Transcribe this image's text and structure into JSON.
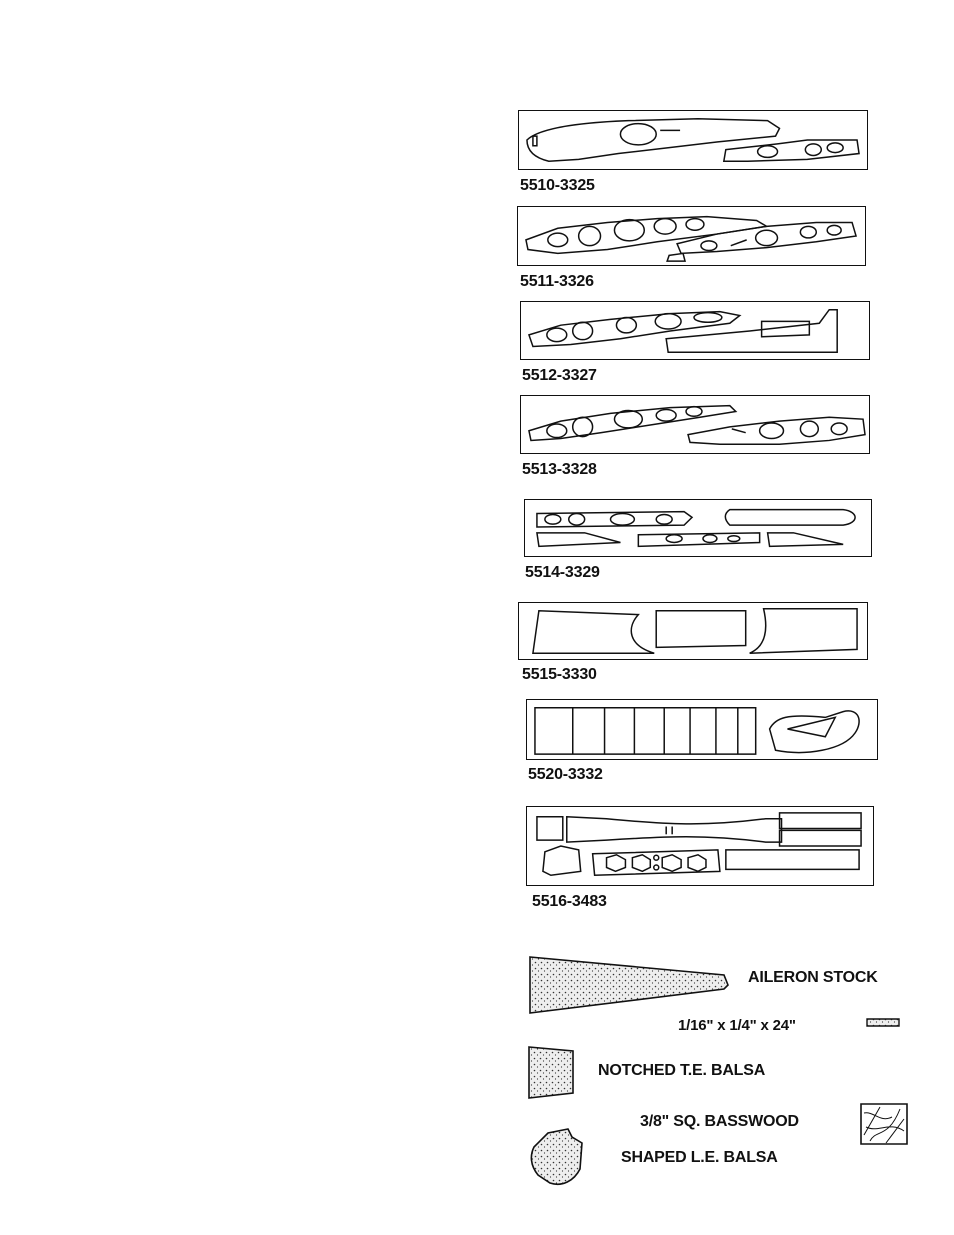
{
  "sheets": [
    {
      "part": "5510-3325"
    },
    {
      "part": "5511-3326"
    },
    {
      "part": "5512-3327"
    },
    {
      "part": "5513-3328"
    },
    {
      "part": "5514-3329"
    },
    {
      "part": "5515-3330"
    },
    {
      "part": "5520-3332"
    },
    {
      "part": "5516-3483"
    }
  ],
  "stock": {
    "aileron": "AILERON STOCK",
    "strip": "1/16\" x 1/4\" x 24\"",
    "notched_te": "NOTCHED T.E. BALSA",
    "basswood": "3/8\" SQ. BASSWOOD",
    "shaped_le": "SHAPED L.E. BALSA"
  }
}
